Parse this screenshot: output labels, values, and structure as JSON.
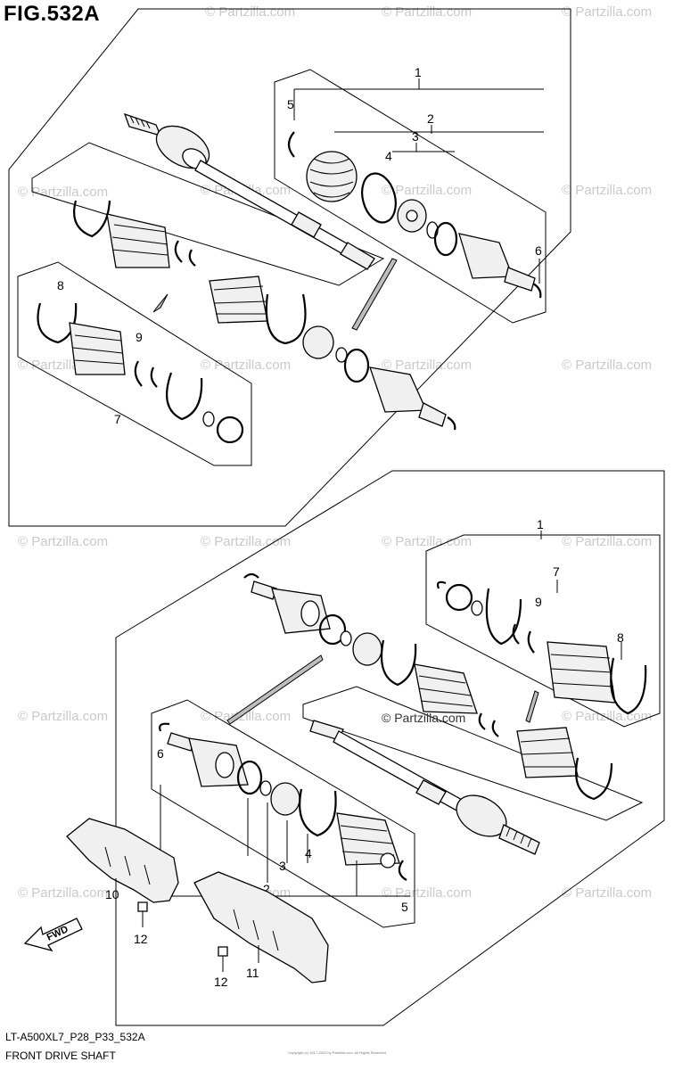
{
  "figure_title": "FIG.532A",
  "diagram_code": "LT-A500XL7_P28_P33_532A",
  "diagram_name": "FRONT DRIVE SHAFT",
  "copyright_text": "Copyright (c) 2017-2022 by Partzilla.com, All Rights Reserved",
  "watermark": "© Partzilla.com",
  "fwd_label": "FWD",
  "callouts": {
    "c1a": "1",
    "c2a": "2",
    "c3a": "3",
    "c4a": "4",
    "c5a": "5",
    "c6a": "6",
    "c7a": "7",
    "c8a": "8",
    "c9a": "9",
    "c1b": "1",
    "c2b": "2",
    "c3b": "3",
    "c4b": "4",
    "c5b": "5",
    "c6b": "6",
    "c7b": "7",
    "c8b": "8",
    "c9b": "9",
    "c10": "10",
    "c11": "11",
    "c12a": "12",
    "c12b": "12"
  }
}
